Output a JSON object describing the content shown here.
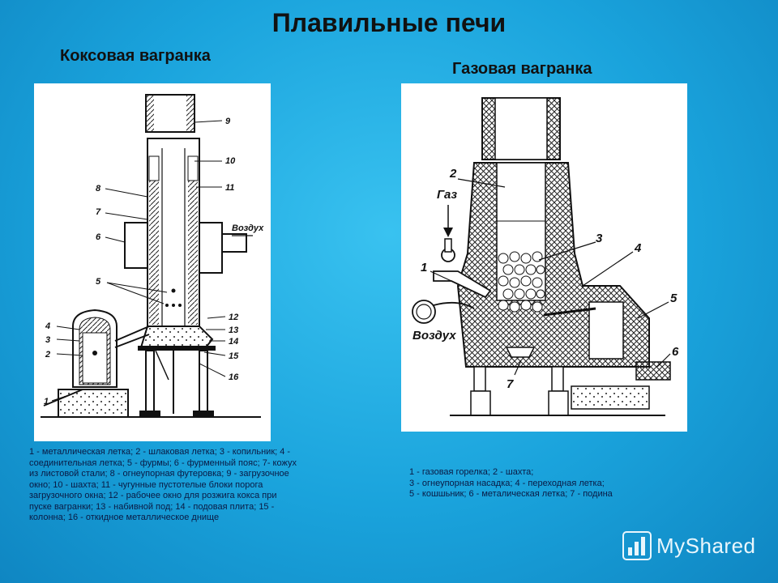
{
  "title": "Плавильные печи",
  "left": {
    "heading": "Коксовая вагранка",
    "labels": [
      "9",
      "10",
      "11",
      "8",
      "7",
      "Воздух",
      "6",
      "5",
      "12",
      "13",
      "14",
      "15",
      "16",
      "4",
      "3",
      "2",
      "1"
    ],
    "caption": "1 - металлическая летка; 2 - шлаковая летка; 3 - копильник; 4 - соединительная летка; 5 - фурмы; 6 - фурменный пояс; 7- кожух из листовой стали; 8 - огнеупорная футеровка; 9 - загрузочное окно; 10 - шахта; 11 - чугунные пустотелые блоки порога загрузочного окна; 12 - рабочее окно для розжига кокса при пуске вагранки; 13 - набивной под; 14 - подовая плита; 15 - колонна; 16 - откидное металлическое днище"
  },
  "right": {
    "heading": "Газовая вагранка",
    "labels": [
      "2",
      "Газ",
      "3",
      "4",
      "1",
      "5",
      "Воздух",
      "6",
      "7"
    ],
    "caption_lines": [
      "1 - газовая горелка; 2 - шахта;",
      "3 - огнеупорная насадка; 4 - переходная летка;",
      "5 - кошшьник; 6 - металическая летка; 7 - подина"
    ]
  },
  "watermark": {
    "text": "MyShared",
    "icon": "chart-icon"
  }
}
